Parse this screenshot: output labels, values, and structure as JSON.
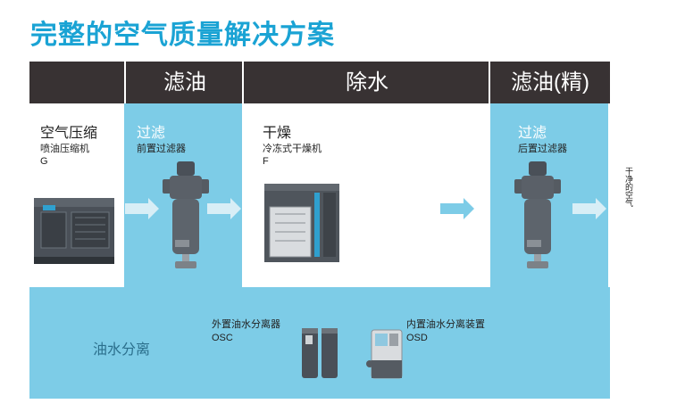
{
  "title": "完整的空气质量解决方案",
  "header": {
    "oil_filter": "滤油",
    "water_removal": "除水",
    "oil_filter_fine": "滤油(精)"
  },
  "compression": {
    "title": "空气压缩",
    "name": "喷油压缩机",
    "code": "G"
  },
  "pre_filter": {
    "title": "过滤",
    "name": "前置过滤器"
  },
  "dryer": {
    "title": "干燥",
    "name": "冷冻式干燥机",
    "code": "F"
  },
  "post_filter": {
    "title": "过滤",
    "name": "后置过滤器"
  },
  "clean_air": "干净的空气",
  "separation": {
    "title": "油水分离",
    "external": {
      "name": "外置油水分离器",
      "code": "OSC"
    },
    "internal": {
      "name": "内置油水分离装置",
      "code": "OSD"
    }
  },
  "colors": {
    "accent": "#1aa3d4",
    "panel": "#7dcce7",
    "header_bar": "#383233"
  }
}
